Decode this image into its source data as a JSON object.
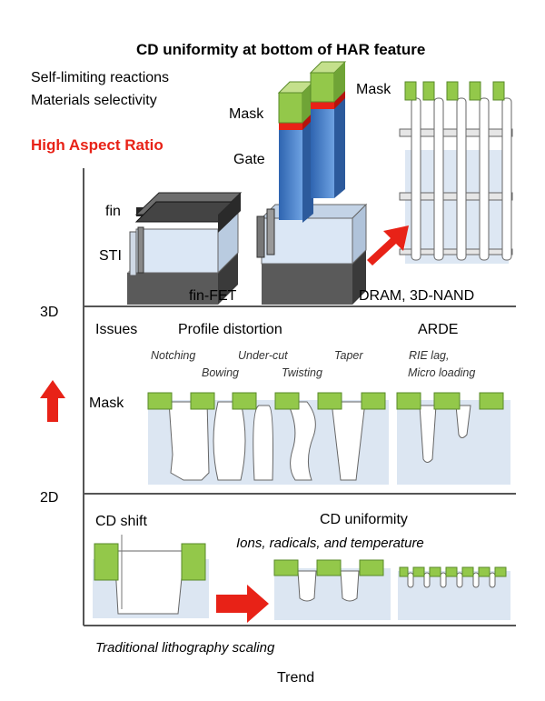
{
  "title": "CD uniformity at bottom of HAR feature",
  "top_notes": [
    "Self-limiting reactions",
    "Materials selectivity"
  ],
  "har_label": "High Aspect Ratio",
  "axis_labels": {
    "level_3d": "3D",
    "level_2d": "2D",
    "trend": "Trend"
  },
  "structures": {
    "fin": "fin",
    "sti": "STI",
    "finfet": "fin-FET",
    "mask": "Mask",
    "gate": "Gate",
    "mask_dram": "Mask",
    "dram_3dnand": "DRAM, 3D-NAND"
  },
  "issues": {
    "heading": "Issues",
    "profile_distortion": "Profile distortion",
    "arde": "ARDE",
    "notching": "Notching",
    "bowing": "Bowing",
    "undercut": "Under-cut",
    "twisting": "Twisting",
    "taper": "Taper",
    "rie_lag": "RIE lag,",
    "micro_loading": "Micro loading",
    "mask": "Mask"
  },
  "bottom": {
    "cd_shift": "CD shift",
    "cd_uniformity": "CD uniformity",
    "ions": "Ions, radicals, and temperature",
    "traditional": "Traditional lithography scaling"
  },
  "colors": {
    "mask_green": "#93c84a",
    "gate_blue": "#3f7fcf",
    "red": "#e82217",
    "substrate_light": "#dce6f2",
    "frame": "#555555"
  }
}
